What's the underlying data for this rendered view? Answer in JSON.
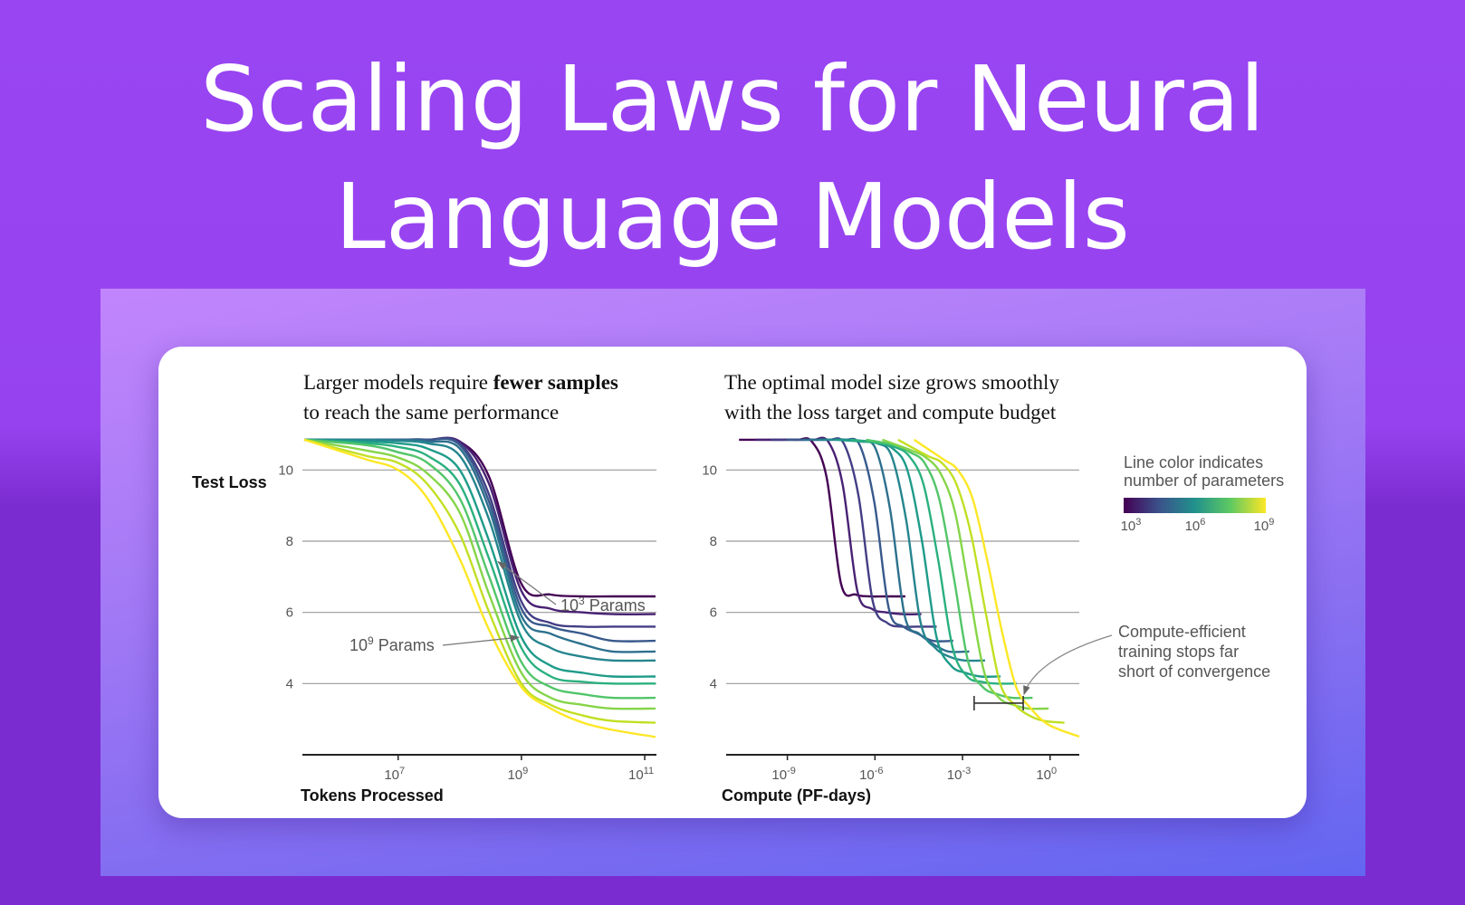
{
  "title_lines": [
    "Scaling Laws for Neural",
    "Language Models"
  ],
  "colors": {
    "series": [
      "#440154",
      "#482173",
      "#433e85",
      "#38598c",
      "#2d708e",
      "#25858e",
      "#1e9b8a",
      "#2ab07f",
      "#52c569",
      "#86d549",
      "#c2df23",
      "#fde725"
    ],
    "grid": "#999999"
  },
  "chart_data": [
    {
      "type": "line",
      "title": {
        "line1_normal": "Larger models require ",
        "line1_bold": "fewer samples",
        "line2": "to reach the same performance"
      },
      "xlabel": "Tokens Processed",
      "ylabel": "Test Loss",
      "xscale": "log",
      "xlim": [
        280000.0,
        155000000000.0
      ],
      "ylim": [
        2,
        11
      ],
      "grid": "horizontal",
      "yticks": [
        {
          "v": 10,
          "label": "10"
        },
        {
          "v": 8,
          "label": "8"
        },
        {
          "v": 6,
          "label": "6"
        },
        {
          "v": 4,
          "label": "4"
        }
      ],
      "xticks": [
        {
          "v": 10000000.0,
          "base": "10",
          "exp": "7"
        },
        {
          "v": 1000000000.0,
          "base": "10",
          "exp": "9"
        },
        {
          "v": 100000000000.0,
          "base": "10",
          "exp": "11"
        }
      ],
      "annotations": [
        {
          "base": "10",
          "exp": "3",
          "suffix": " Params",
          "points_to_x": 420000000.0,
          "points_to_y": 7.42
        },
        {
          "base": "10",
          "exp": "9",
          "suffix": " Params",
          "points_to_x": 900000000.0,
          "points_to_y": 5.3
        }
      ],
      "x": [
        300000.0,
        3000000.0,
        10000000.0,
        30000000.0,
        100000000.0,
        300000000.0,
        1000000000.0,
        3000000000.0,
        10000000000.0,
        30000000000.0,
        150000000000.0
      ],
      "series": [
        {
          "y": [
            10.85,
            10.85,
            10.85,
            10.85,
            10.8,
            9.8,
            6.8,
            6.5,
            6.45,
            6.45,
            6.45
          ]
        },
        {
          "y": [
            10.85,
            10.85,
            10.85,
            10.85,
            10.8,
            9.6,
            6.6,
            6.1,
            6.0,
            5.95,
            5.95
          ]
        },
        {
          "y": [
            10.85,
            10.85,
            10.85,
            10.85,
            10.75,
            9.3,
            6.3,
            5.7,
            5.6,
            5.6,
            5.6
          ]
        },
        {
          "y": [
            10.85,
            10.85,
            10.85,
            10.85,
            10.7,
            9.1,
            6.1,
            5.6,
            5.4,
            5.2,
            5.2
          ]
        },
        {
          "y": [
            10.85,
            10.85,
            10.85,
            10.8,
            10.6,
            8.9,
            5.9,
            5.4,
            5.1,
            4.9,
            4.9
          ]
        },
        {
          "y": [
            10.85,
            10.85,
            10.82,
            10.75,
            10.4,
            8.6,
            5.7,
            5.0,
            4.75,
            4.65,
            4.65
          ]
        },
        {
          "y": [
            10.85,
            10.8,
            10.75,
            10.6,
            10.0,
            8.0,
            5.3,
            4.5,
            4.3,
            4.2,
            4.2
          ]
        },
        {
          "y": [
            10.85,
            10.75,
            10.65,
            10.4,
            9.6,
            7.5,
            5.0,
            4.2,
            4.05,
            4.0,
            4.0
          ]
        },
        {
          "y": [
            10.85,
            10.7,
            10.5,
            10.2,
            9.2,
            7.0,
            4.6,
            3.9,
            3.7,
            3.6,
            3.6
          ]
        },
        {
          "y": [
            10.85,
            10.55,
            10.35,
            9.9,
            8.8,
            6.5,
            4.3,
            3.6,
            3.4,
            3.3,
            3.3
          ]
        },
        {
          "y": [
            10.85,
            10.4,
            10.2,
            9.6,
            8.2,
            6.0,
            4.0,
            3.4,
            3.1,
            2.95,
            2.9
          ]
        },
        {
          "y": [
            10.85,
            10.3,
            10.0,
            9.2,
            7.5,
            5.5,
            3.9,
            3.3,
            2.9,
            2.7,
            2.5
          ]
        }
      ]
    },
    {
      "type": "line",
      "title": {
        "line1": "The optimal model size grows smoothly",
        "line2": "with the loss target and compute budget"
      },
      "xlabel": "Compute (PF-days)",
      "xscale": "log",
      "xlim": [
        8e-12,
        10
      ],
      "ylim": [
        2,
        11
      ],
      "grid": "horizontal",
      "yticks": [
        {
          "v": 10,
          "label": "10"
        },
        {
          "v": 8,
          "label": "8"
        },
        {
          "v": 6,
          "label": "6"
        },
        {
          "v": 4,
          "label": "4"
        }
      ],
      "xticks": [
        {
          "v": 1e-09,
          "base": "10",
          "exp": "-9"
        },
        {
          "v": 1e-06,
          "base": "10",
          "exp": "-6"
        },
        {
          "v": 0.001,
          "base": "10",
          "exp": "-3"
        },
        {
          "v": 1,
          "base": "10",
          "exp": "0"
        }
      ],
      "legend": {
        "title_lines": [
          "Line color indicates",
          "number of parameters"
        ],
        "placement": "right",
        "ticks": [
          {
            "base": "10",
            "exp": "3"
          },
          {
            "base": "10",
            "exp": "6"
          },
          {
            "base": "10",
            "exp": "9"
          }
        ]
      },
      "annotation": {
        "lines": [
          "Compute-efficient",
          "training stops far",
          "short of convergence"
        ],
        "bracket_x": [
          0.0025,
          0.12
        ],
        "bracket_y": 3.45
      },
      "series": [
        {
          "x": [
            2.2e-11,
            2.2e-10,
            6.9e-10,
            2.2e-09,
            6.9e-09,
            2.2e-08,
            6.9e-08,
            2.2e-07,
            6.9e-07,
            2.2e-06,
            1.1e-05
          ],
          "y": [
            10.85,
            10.85,
            10.85,
            10.85,
            10.8,
            9.8,
            6.8,
            6.5,
            6.45,
            6.45,
            6.45
          ]
        },
        {
          "x": [
            7.8e-11,
            7.8e-10,
            2.5e-09,
            7.8e-09,
            2.5e-08,
            7.8e-08,
            2.5e-07,
            7.8e-07,
            2.5e-06,
            7.8e-06,
            3.9e-05
          ],
          "y": [
            10.85,
            10.85,
            10.85,
            10.85,
            10.8,
            9.6,
            6.6,
            6.1,
            6.0,
            5.95,
            5.95
          ]
        },
        {
          "x": [
            2.7e-10,
            2.7e-09,
            8.5e-09,
            2.7e-08,
            8.5e-08,
            2.7e-07,
            8.5e-07,
            2.7e-06,
            8.5e-06,
            2.7e-05,
            0.00013
          ],
          "y": [
            10.85,
            10.85,
            10.85,
            10.85,
            10.75,
            9.3,
            6.3,
            5.7,
            5.6,
            5.6,
            5.6
          ]
        },
        {
          "x": [
            9.5e-10,
            9.5e-09,
            3e-08,
            9.5e-08,
            3e-07,
            9.5e-07,
            3e-06,
            9.5e-06,
            3e-05,
            9.5e-05,
            0.00048
          ],
          "y": [
            10.85,
            10.85,
            10.85,
            10.85,
            10.7,
            9.1,
            6.1,
            5.6,
            5.4,
            5.2,
            5.2
          ]
        },
        {
          "x": [
            3.3e-09,
            3.3e-08,
            1.05e-07,
            3.3e-07,
            1.05e-06,
            3.3e-06,
            1.05e-05,
            3.3e-05,
            0.000105,
            0.00033,
            0.0017
          ],
          "y": [
            10.85,
            10.85,
            10.85,
            10.8,
            10.6,
            8.9,
            5.9,
            5.4,
            5.1,
            4.9,
            4.9
          ]
        },
        {
          "x": [
            1.17e-08,
            1.17e-07,
            3.7e-07,
            1.17e-06,
            3.7e-06,
            1.17e-05,
            3.7e-05,
            0.000117,
            0.00037,
            0.00117,
            0.0059
          ],
          "y": [
            10.85,
            10.85,
            10.82,
            10.75,
            10.4,
            8.6,
            5.7,
            5.0,
            4.75,
            4.65,
            4.65
          ]
        },
        {
          "x": [
            4.1e-08,
            4.1e-07,
            1.29e-06,
            4.1e-06,
            1.29e-05,
            4.1e-05,
            0.000129,
            0.00041,
            0.00129,
            0.0041,
            0.02
          ],
          "y": [
            10.85,
            10.8,
            10.75,
            10.6,
            10.0,
            8.0,
            5.3,
            4.5,
            4.3,
            4.2,
            4.2
          ]
        },
        {
          "x": [
            1.45e-07,
            1.45e-06,
            4.6e-06,
            1.45e-05,
            4.6e-05,
            0.000145,
            0.00046,
            0.00145,
            0.0046,
            0.0145,
            0.072
          ],
          "y": [
            10.85,
            10.75,
            10.65,
            10.4,
            9.6,
            7.5,
            5.0,
            4.2,
            4.05,
            4.0,
            4.0
          ]
        },
        {
          "x": [
            5e-07,
            5e-06,
            1.58e-05,
            5e-05,
            0.000158,
            0.0005,
            0.00158,
            0.005,
            0.0158,
            0.05,
            0.25
          ],
          "y": [
            10.85,
            10.7,
            10.5,
            10.2,
            9.2,
            7.0,
            4.6,
            3.9,
            3.7,
            3.6,
            3.6
          ]
        },
        {
          "x": [
            1.78e-06,
            1.78e-05,
            5.6e-05,
            0.000178,
            0.00056,
            0.00178,
            0.0056,
            0.0178,
            0.056,
            0.178,
            0.89
          ],
          "y": [
            10.85,
            10.55,
            10.35,
            9.9,
            8.8,
            6.5,
            4.3,
            3.6,
            3.4,
            3.3,
            3.3
          ]
        },
        {
          "x": [
            6.2e-06,
            6.2e-05,
            0.000195,
            0.00062,
            0.00195,
            0.0062,
            0.0195,
            0.062,
            0.195,
            0.62,
            3.1
          ],
          "y": [
            10.85,
            10.4,
            10.2,
            9.6,
            8.2,
            6.0,
            4.0,
            3.4,
            3.1,
            2.95,
            2.9
          ]
        },
        {
          "x": [
            2.2e-05,
            0.00022,
            0.00069,
            0.0022,
            0.0069,
            0.022,
            0.069,
            0.22,
            0.69,
            2.2,
            11
          ],
          "y": [
            10.85,
            10.3,
            10.0,
            9.2,
            7.5,
            5.5,
            3.9,
            3.3,
            2.9,
            2.7,
            2.5
          ]
        }
      ]
    }
  ]
}
